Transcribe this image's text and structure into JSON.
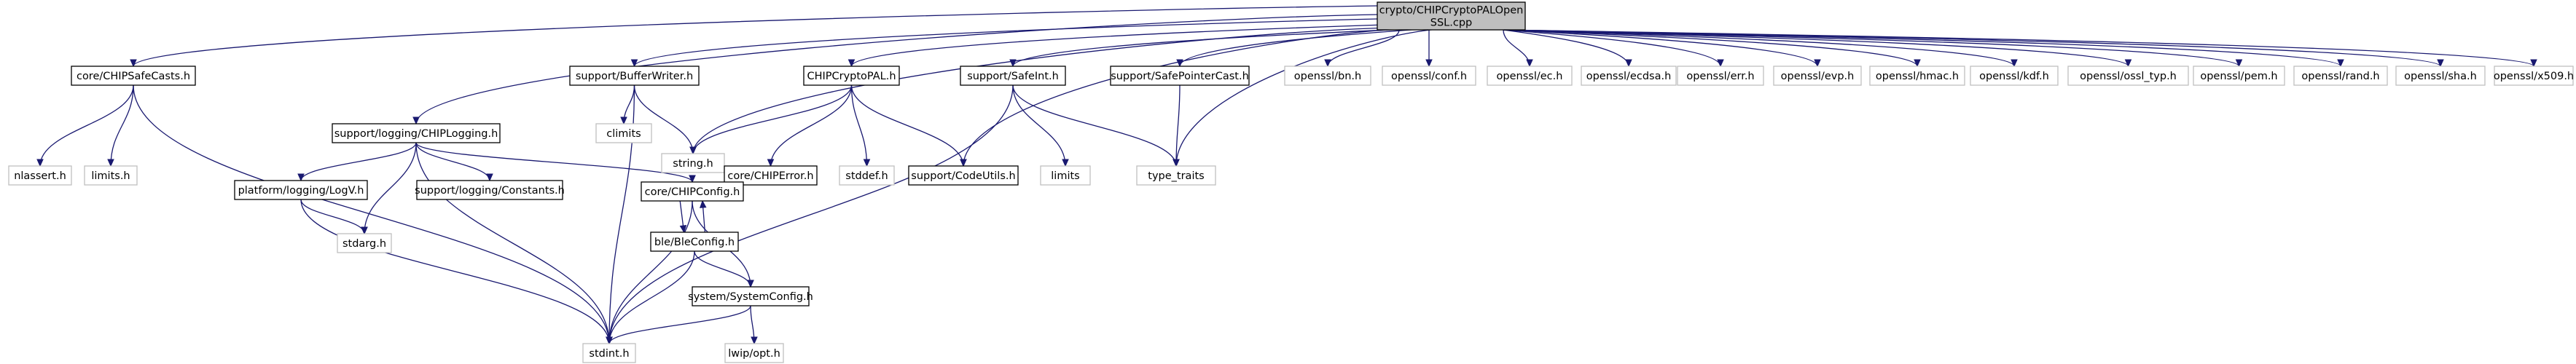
{
  "diagram": {
    "type": "include-dependency-graph",
    "colors": {
      "edge": "#191970",
      "root_fill": "#bfbfbf",
      "node_border": "#000000",
      "system_border": "#bfbfbf",
      "background": "#ffffff"
    },
    "nodes": [
      {
        "id": "root",
        "lines": [
          "crypto/CHIPCryptoPALOpen",
          "SSL.cpp"
        ],
        "kind": "root"
      },
      {
        "id": "safecasts",
        "lines": [
          "core/CHIPSafeCasts.h"
        ],
        "kind": "file"
      },
      {
        "id": "chiplogging",
        "lines": [
          "support/logging/CHIPLogging.h"
        ],
        "kind": "file"
      },
      {
        "id": "bufferwriter",
        "lines": [
          "support/BufferWriter.h"
        ],
        "kind": "file"
      },
      {
        "id": "cryptopal",
        "lines": [
          "CHIPCryptoPAL.h"
        ],
        "kind": "file"
      },
      {
        "id": "safeint",
        "lines": [
          "support/SafeInt.h"
        ],
        "kind": "file"
      },
      {
        "id": "safepointercast",
        "lines": [
          "support/SafePointerCast.h"
        ],
        "kind": "file"
      },
      {
        "id": "bn",
        "lines": [
          "openssl/bn.h"
        ],
        "kind": "system"
      },
      {
        "id": "conf",
        "lines": [
          "openssl/conf.h"
        ],
        "kind": "system"
      },
      {
        "id": "ec",
        "lines": [
          "openssl/ec.h"
        ],
        "kind": "system"
      },
      {
        "id": "ecdsa",
        "lines": [
          "openssl/ecdsa.h"
        ],
        "kind": "system"
      },
      {
        "id": "err",
        "lines": [
          "openssl/err.h"
        ],
        "kind": "system"
      },
      {
        "id": "evp",
        "lines": [
          "openssl/evp.h"
        ],
        "kind": "system"
      },
      {
        "id": "hmac",
        "lines": [
          "openssl/hmac.h"
        ],
        "kind": "system"
      },
      {
        "id": "kdf",
        "lines": [
          "openssl/kdf.h"
        ],
        "kind": "system"
      },
      {
        "id": "ossltyp",
        "lines": [
          "openssl/ossl_typ.h"
        ],
        "kind": "system"
      },
      {
        "id": "pem",
        "lines": [
          "openssl/pem.h"
        ],
        "kind": "system"
      },
      {
        "id": "rand",
        "lines": [
          "openssl/rand.h"
        ],
        "kind": "system"
      },
      {
        "id": "sha",
        "lines": [
          "openssl/sha.h"
        ],
        "kind": "system"
      },
      {
        "id": "x509",
        "lines": [
          "openssl/x509.h"
        ],
        "kind": "system"
      },
      {
        "id": "nlassert",
        "lines": [
          "nlassert.h"
        ],
        "kind": "system"
      },
      {
        "id": "limitsh",
        "lines": [
          "limits.h"
        ],
        "kind": "system"
      },
      {
        "id": "climits",
        "lines": [
          "climits"
        ],
        "kind": "system"
      },
      {
        "id": "stringh",
        "lines": [
          "string.h"
        ],
        "kind": "system"
      },
      {
        "id": "chiperror",
        "lines": [
          "core/CHIPError.h"
        ],
        "kind": "file"
      },
      {
        "id": "stddef",
        "lines": [
          "stddef.h"
        ],
        "kind": "system"
      },
      {
        "id": "codeutils",
        "lines": [
          "support/CodeUtils.h"
        ],
        "kind": "file"
      },
      {
        "id": "limits",
        "lines": [
          "limits"
        ],
        "kind": "system"
      },
      {
        "id": "typetraits",
        "lines": [
          "type_traits"
        ],
        "kind": "system"
      },
      {
        "id": "logv",
        "lines": [
          "platform/logging/LogV.h"
        ],
        "kind": "file"
      },
      {
        "id": "constants",
        "lines": [
          "support/logging/Constants.h"
        ],
        "kind": "file"
      },
      {
        "id": "chipconfig",
        "lines": [
          "core/CHIPConfig.h"
        ],
        "kind": "file"
      },
      {
        "id": "stdarg",
        "lines": [
          "stdarg.h"
        ],
        "kind": "system"
      },
      {
        "id": "bleconfig",
        "lines": [
          "ble/BleConfig.h"
        ],
        "kind": "file"
      },
      {
        "id": "systemconfig",
        "lines": [
          "system/SystemConfig.h"
        ],
        "kind": "file"
      },
      {
        "id": "stdint",
        "lines": [
          "stdint.h"
        ],
        "kind": "system"
      },
      {
        "id": "lwipopt",
        "lines": [
          "lwip/opt.h"
        ],
        "kind": "system"
      }
    ],
    "edges": [
      [
        "root",
        "safecasts"
      ],
      [
        "root",
        "chiplogging"
      ],
      [
        "root",
        "bufferwriter"
      ],
      [
        "root",
        "cryptopal"
      ],
      [
        "root",
        "safeint"
      ],
      [
        "root",
        "safepointercast"
      ],
      [
        "root",
        "bn"
      ],
      [
        "root",
        "conf"
      ],
      [
        "root",
        "ec"
      ],
      [
        "root",
        "ecdsa"
      ],
      [
        "root",
        "err"
      ],
      [
        "root",
        "evp"
      ],
      [
        "root",
        "hmac"
      ],
      [
        "root",
        "kdf"
      ],
      [
        "root",
        "ossltyp"
      ],
      [
        "root",
        "pem"
      ],
      [
        "root",
        "rand"
      ],
      [
        "root",
        "sha"
      ],
      [
        "root",
        "x509"
      ],
      [
        "root",
        "stringh"
      ],
      [
        "root",
        "codeutils"
      ],
      [
        "root",
        "typetraits"
      ],
      [
        "safecasts",
        "nlassert"
      ],
      [
        "safecasts",
        "limitsh"
      ],
      [
        "safecasts",
        "stdint"
      ],
      [
        "chiplogging",
        "logv"
      ],
      [
        "chiplogging",
        "constants"
      ],
      [
        "chiplogging",
        "chipconfig"
      ],
      [
        "chiplogging",
        "stdarg"
      ],
      [
        "chiplogging",
        "stdint"
      ],
      [
        "bufferwriter",
        "climits"
      ],
      [
        "bufferwriter",
        "stringh"
      ],
      [
        "bufferwriter",
        "stdint"
      ],
      [
        "cryptopal",
        "stringh"
      ],
      [
        "cryptopal",
        "chiperror"
      ],
      [
        "cryptopal",
        "stddef"
      ],
      [
        "cryptopal",
        "codeutils"
      ],
      [
        "safeint",
        "limits"
      ],
      [
        "safeint",
        "typetraits"
      ],
      [
        "safeint",
        "stdint"
      ],
      [
        "safepointercast",
        "typetraits"
      ],
      [
        "chiperror",
        "chipconfig"
      ],
      [
        "logv",
        "stdarg"
      ],
      [
        "logv",
        "stdint"
      ],
      [
        "chipconfig",
        "bleconfig"
      ],
      [
        "chipconfig",
        "systemconfig"
      ],
      [
        "chipconfig",
        "stdint"
      ],
      [
        "bleconfig",
        "chipconfig"
      ],
      [
        "bleconfig",
        "systemconfig"
      ],
      [
        "bleconfig",
        "stdint"
      ],
      [
        "systemconfig",
        "stdint"
      ],
      [
        "systemconfig",
        "lwipopt"
      ]
    ]
  }
}
